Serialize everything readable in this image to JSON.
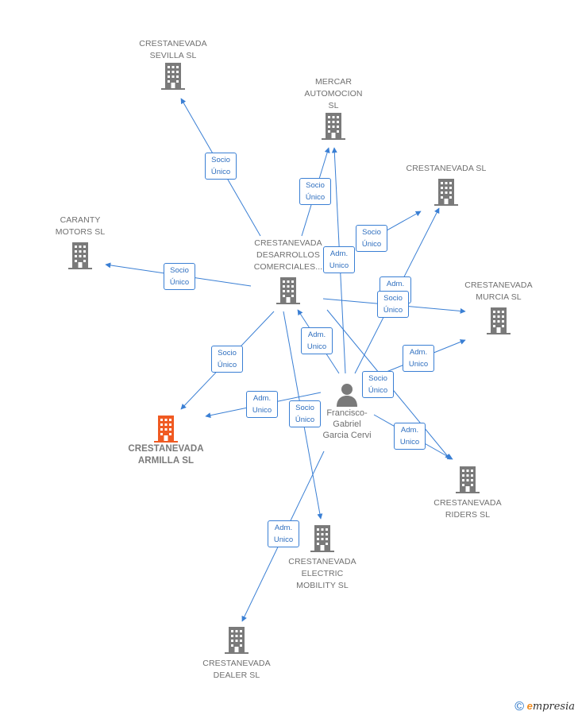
{
  "colors": {
    "edge": "#3a7fd4",
    "company": "#7a7a7a",
    "focus": "#f05a22",
    "person": "#7a7a7a"
  },
  "nodes": {
    "sevilla": {
      "label": "CRESTANEVADA\nSEVILLA  SL",
      "icon": "building-icon"
    },
    "mercar": {
      "label": "MERCAR\nAUTOMOCION\nSL",
      "icon": "building-icon"
    },
    "sl": {
      "label": "CRESTANEVADA SL",
      "icon": "building-icon"
    },
    "caranty": {
      "label": "CARANTY\nMOTORS  SL",
      "icon": "building-icon"
    },
    "desarrollos": {
      "label": "CRESTANEVADA\nDESARROLLOS\nCOMERCIALES...",
      "icon": "building-icon"
    },
    "murcia": {
      "label": "CRESTANEVADA\nMURCIA  SL",
      "icon": "building-icon"
    },
    "armilla": {
      "label": "CRESTANEVADA\nARMILLA  SL",
      "icon": "building-icon"
    },
    "riders": {
      "label": "CRESTANEVADA\nRIDERS  SL",
      "icon": "building-icon"
    },
    "electric": {
      "label": "CRESTANEVADA\nELECTRIC\nMOBILITY  SL",
      "icon": "building-icon"
    },
    "dealer": {
      "label": "CRESTANEVADA\nDEALER  SL",
      "icon": "building-icon"
    }
  },
  "person": {
    "label": "Francisco-\nGabriel\nGarcia Cervi",
    "icon": "person-icon"
  },
  "edge_labels": {
    "socio_unico": "Socio\nÚnico",
    "adm_unico": "Adm.\nUnico"
  },
  "brand": {
    "copyright": "©",
    "name_initial": "e",
    "name_rest": "mpresia"
  }
}
